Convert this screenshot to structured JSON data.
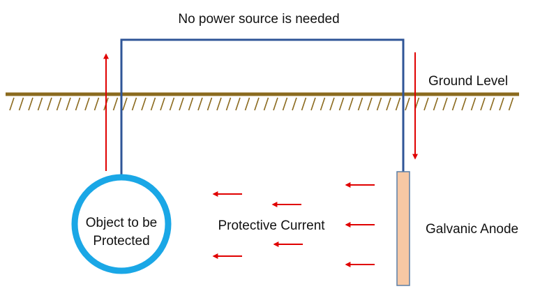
{
  "title": "No power source is needed",
  "labels": {
    "ground_level": "Ground Level",
    "object_line1": "Object to be",
    "object_line2": "Protected",
    "protective_current": "Protective Current",
    "galvanic_anode": "Galvanic Anode"
  },
  "colors": {
    "ground": "#8B6A1E",
    "wire": "#2F5597",
    "arrow": "#E00000",
    "object_ring": "#1AA7E6",
    "anode_fill": "#F7C8A4",
    "anode_stroke": "#5B7FA6"
  },
  "icons": {
    "arrow": "red-arrow",
    "ground_hatch": "diagonal-hatch"
  }
}
